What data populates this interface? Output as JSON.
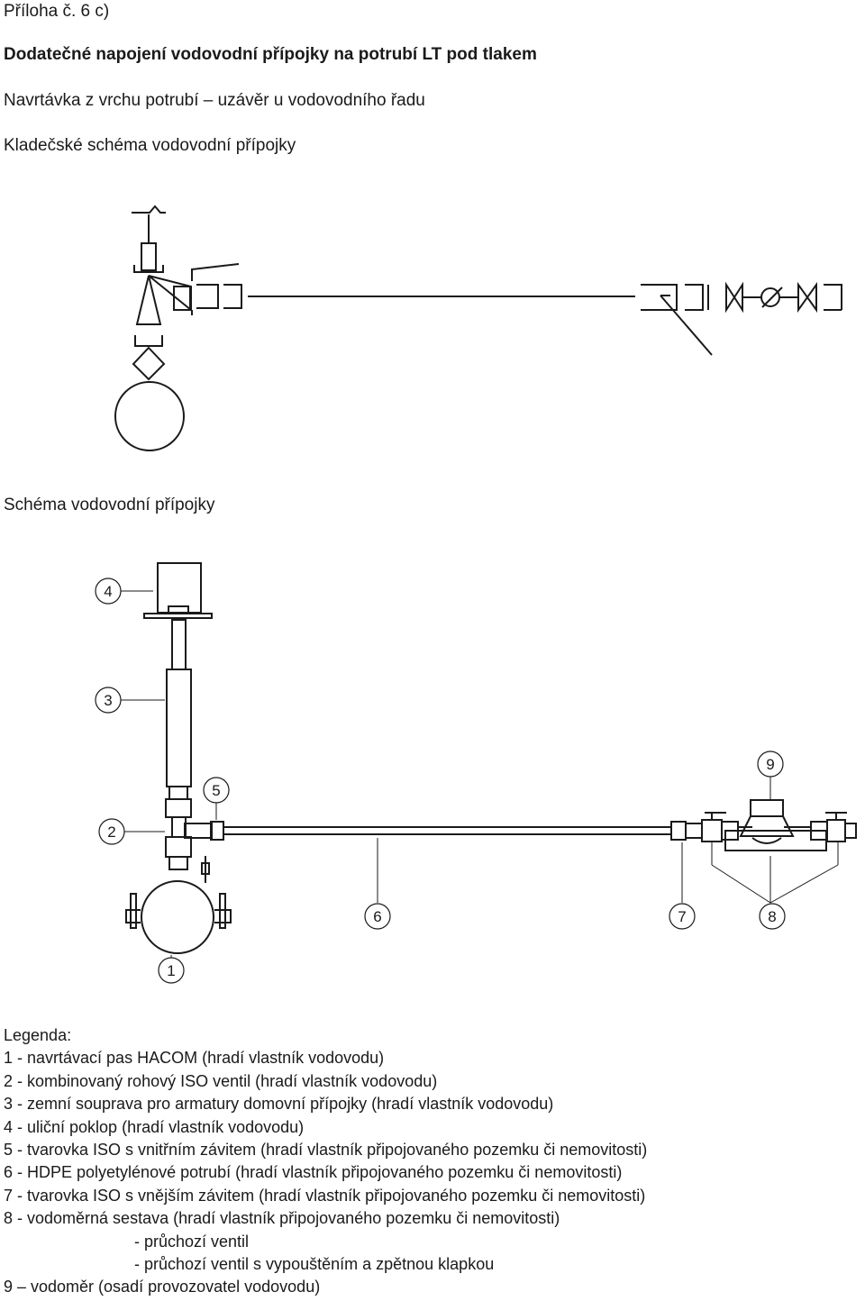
{
  "header": {
    "annex": "Příloha č. 6 c)",
    "title": "Dodatečné napojení vodovodní přípojky na potrubí LT pod tlakem",
    "subtitle": "Navrtávka z vrchu potrubí – uzávěr u vodovodního řadu",
    "section1": "Kladečské schéma vodovodní přípojky",
    "section2": "Schéma vodovodní přípojky"
  },
  "callouts": [
    "1",
    "2",
    "3",
    "4",
    "5",
    "6",
    "7",
    "8",
    "9"
  ],
  "legend": {
    "title": "Legenda:",
    "items": [
      "1 - navrtávací pas HACOM (hradí vlastník vodovodu)",
      "2 - kombinovaný rohový ISO ventil (hradí vlastník vodovodu)",
      "3 - zemní souprava pro armatury domovní přípojky (hradí vlastník vodovodu)",
      "4 - uliční poklop (hradí vlastník vodovodu)",
      "5 - tvarovka ISO s vnitřním závitem (hradí vlastník připojovaného pozemku či nemovitosti)",
      "6 - HDPE polyetylénové potrubí (hradí vlastník připojovaného pozemku či nemovitosti)",
      "7 - tvarovka ISO s vnějším závitem (hradí vlastník připojovaného pozemku či nemovitosti)",
      "8 - vodoměrná sestava (hradí vlastník připojovaného pozemku či nemovitosti)"
    ],
    "subitems": [
      "- průchozí ventil",
      "- průchozí ventil s vypouštěním a zpětnou klapkou"
    ],
    "last": "9 – vodoměr (osadí provozovatel vodovodu)"
  }
}
